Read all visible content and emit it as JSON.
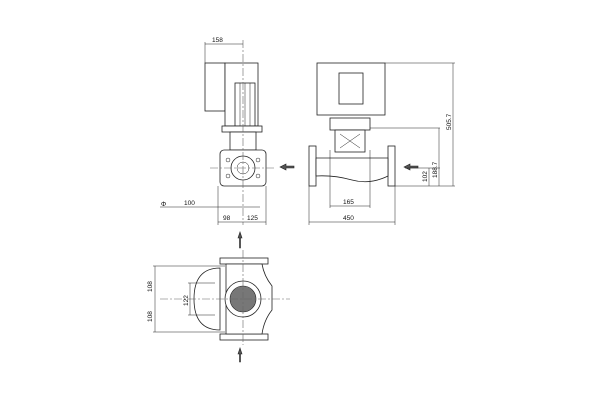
{
  "dimensions": {
    "top_width": "158",
    "shaft_offset": "100",
    "left_offset": "98",
    "right_offset": "125",
    "port_to_port_inner": "165",
    "port_to_port": "450",
    "inlet_height": "102",
    "flange_height": "188.7",
    "total_height": "505.7",
    "plan_upper": "108",
    "plan_lower": "108",
    "plan_inner": "122"
  },
  "symbols": {
    "diameter": "Φ"
  }
}
